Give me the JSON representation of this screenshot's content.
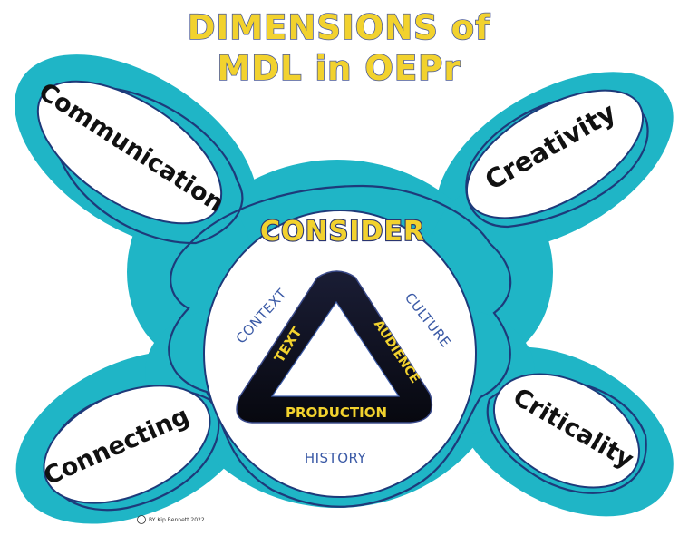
{
  "title": {
    "line1": "DIMENSIONS of",
    "line2": "MDL in OEPr"
  },
  "petals": {
    "top_left": "Communication",
    "top_right": "Creativity",
    "bottom_left": "Connecting",
    "bottom_right": "Criticality"
  },
  "center": {
    "heading": "CONSIDER",
    "outer_words": {
      "left": "CONTEXT",
      "right": "CULTURE",
      "bottom": "HISTORY"
    },
    "triangle": {
      "left_side": "TEXT",
      "right_side": "AUDIENCE",
      "base": "PRODUCTION"
    }
  },
  "credit": "BY Kip Bennett 2022",
  "colors": {
    "outer_teal": "#1fb5c6",
    "rim_teal": "#2cc4d4",
    "navy_line": "#1d3a7a",
    "title_yellow": "#f2d22e",
    "triangle_black": "#0c0d18",
    "blue_text": "#3b5aa6"
  }
}
